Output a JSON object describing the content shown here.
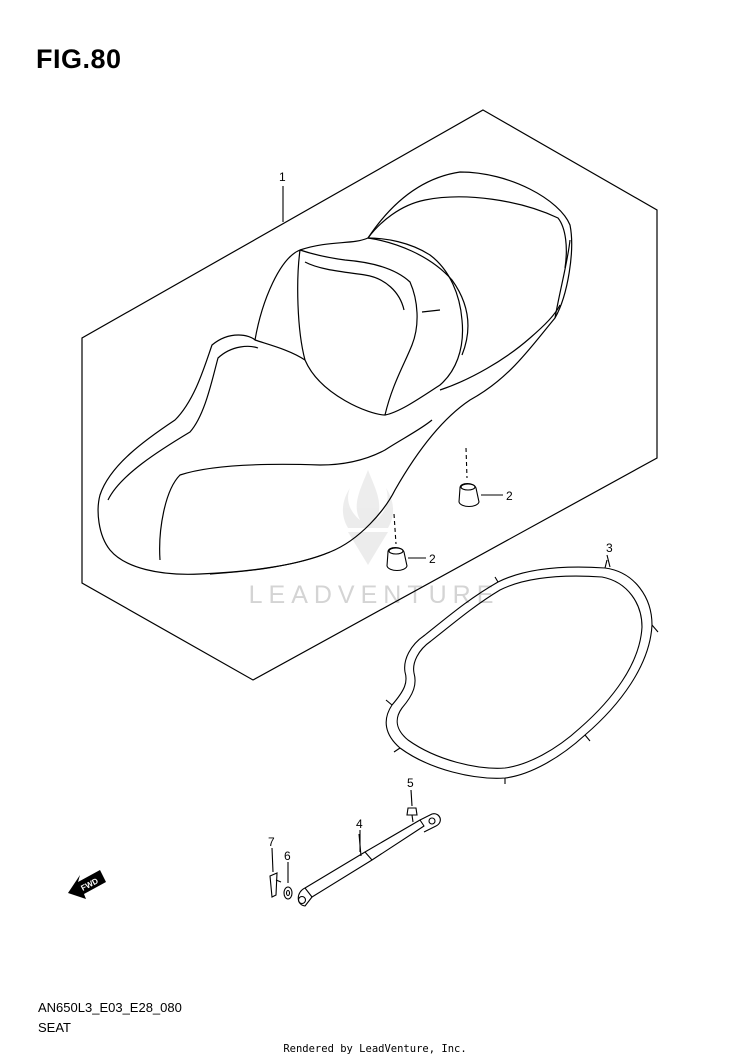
{
  "figure": {
    "title": "FIG.80",
    "code": "AN650L3_E03_E28_080",
    "name": "SEAT"
  },
  "callouts": [
    {
      "id": "1"
    },
    {
      "id": "2a",
      "text": "2"
    },
    {
      "id": "2b",
      "text": "2"
    },
    {
      "id": "3"
    },
    {
      "id": "4"
    },
    {
      "id": "5"
    },
    {
      "id": "6"
    },
    {
      "id": "7"
    }
  ],
  "callout_text": {
    "c1": "1",
    "c2a": "2",
    "c2b": "2",
    "c3": "3",
    "c4": "4",
    "c5": "5",
    "c6": "6",
    "c7": "7"
  },
  "fwd_label": "FWD",
  "watermark": "LEADVENTURE",
  "footer": "Rendered by LeadVenture, Inc."
}
